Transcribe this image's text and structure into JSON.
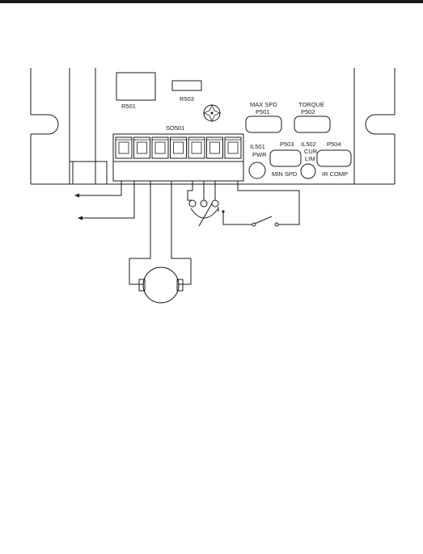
{
  "labels": {
    "r501": "R501",
    "r503": "R503",
    "so501": "SO501",
    "max_spd": "MAX SPD",
    "p501": "P501",
    "torque": "TORQUE",
    "p502": "P502",
    "il501": "IL501",
    "pwr": "PWR",
    "p503": "P503",
    "min_spd": "MIN SPD",
    "il502": "IL502",
    "cur": "CUR",
    "lim": "LIM",
    "p504": "P504",
    "ir_comp": "IR COMP"
  }
}
